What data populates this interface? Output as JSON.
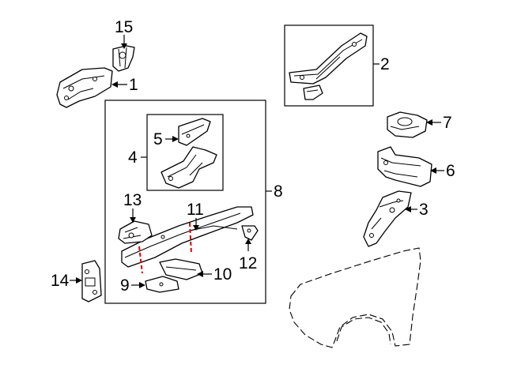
{
  "diagram": {
    "callouts": {
      "c1": "1",
      "c2": "2",
      "c3": "3",
      "c4": "4",
      "c5": "5",
      "c6": "6",
      "c7": "7",
      "c8": "8",
      "c9": "9",
      "c10": "10",
      "c11": "11",
      "c12": "12",
      "c13": "13",
      "c14": "14",
      "c15": "15"
    },
    "colors": {
      "line": "#000000",
      "cut_line": "#d40000",
      "background": "#ffffff"
    }
  }
}
